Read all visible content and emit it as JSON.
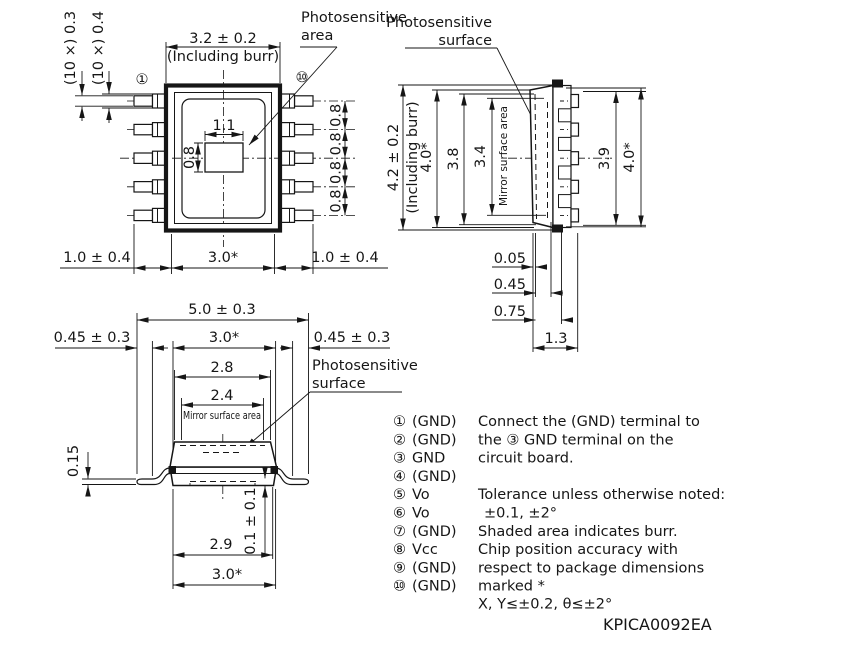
{
  "part_number": "KPICA0092EA",
  "top_view": {
    "dim_lead_tip": "(10 ×) 0.3",
    "dim_lead_base": "(10 ×) 0.4",
    "dim_width": "3.2 ± 0.2",
    "dim_width_note": "(Including burr)",
    "pin_first": "①",
    "pin_last": "⑩",
    "label_photo_line1": "Photosensitive",
    "label_photo_line2": "area",
    "dim_aperture_w": "1.1",
    "dim_aperture_h": "0.8",
    "dim_pitch": [
      "0.8",
      "0.8",
      "0.8",
      "0.8"
    ],
    "dim_lead_left": "1.0 ± 0.4",
    "dim_body": "3.0*",
    "dim_lead_right": "1.0 ± 0.4"
  },
  "side_view": {
    "label_photo_line1": "Photosensitive",
    "label_photo_line2": "surface",
    "dim_height": "4.2 ± 0.2",
    "dim_height_note": "(Including burr)",
    "dim_height_nom": "4.0*",
    "dim_body_h": "3.8",
    "dim_mirror_h": "3.4",
    "label_mirror": "Mirror surface area",
    "dim_frame_h": "3.9",
    "dim_height_nom_right": "4.0*",
    "dim_offset1": "0.05",
    "dim_offset2": "0.45",
    "dim_offset3": "0.75",
    "dim_depth": "1.3"
  },
  "front_view": {
    "dim_total_w": "5.0 ± 0.3",
    "dim_foot_left": "0.45 ± 0.3",
    "dim_body_w": "3.0*",
    "dim_foot_right": "0.45 ± 0.3",
    "dim_top_w": "2.8",
    "dim_mirror_w": "2.4",
    "label_mirror": "Mirror surface area",
    "label_photo_line1": "Photosensitive",
    "label_photo_line2": "surface",
    "dim_standoff": "0.15",
    "dim_lead_thk": "0.1 ± 0.1",
    "dim_base_w": "2.9",
    "dim_base_w_nom": "3.0*"
  },
  "pin_table": [
    {
      "pin": "①",
      "signal": "(GND)"
    },
    {
      "pin": "②",
      "signal": "(GND)"
    },
    {
      "pin": "③",
      "signal": "GND"
    },
    {
      "pin": "④",
      "signal": "(GND)"
    },
    {
      "pin": "⑤",
      "signal": "Vo"
    },
    {
      "pin": "⑥",
      "signal": "Vo"
    },
    {
      "pin": "⑦",
      "signal": "(GND)"
    },
    {
      "pin": "⑧",
      "signal": "Vcc"
    },
    {
      "pin": "⑨",
      "signal": "(GND)"
    },
    {
      "pin": "⑩",
      "signal": "(GND)"
    }
  ],
  "notes": {
    "connect_line1": "Connect the (GND) terminal to",
    "connect_line2": "the ③ GND terminal on the",
    "connect_line3": "circuit board.",
    "tolerance_line1": "Tolerance unless otherwise noted:",
    "tolerance_line2": "±0.1, ±2°",
    "burr_note": "Shaded area indicates burr.",
    "chip_line1": "Chip position accuracy with",
    "chip_line2": "respect to package dimensions",
    "chip_line3": "marked *",
    "chip_line4": "X, Y≤±0.2, θ≤±2°"
  }
}
